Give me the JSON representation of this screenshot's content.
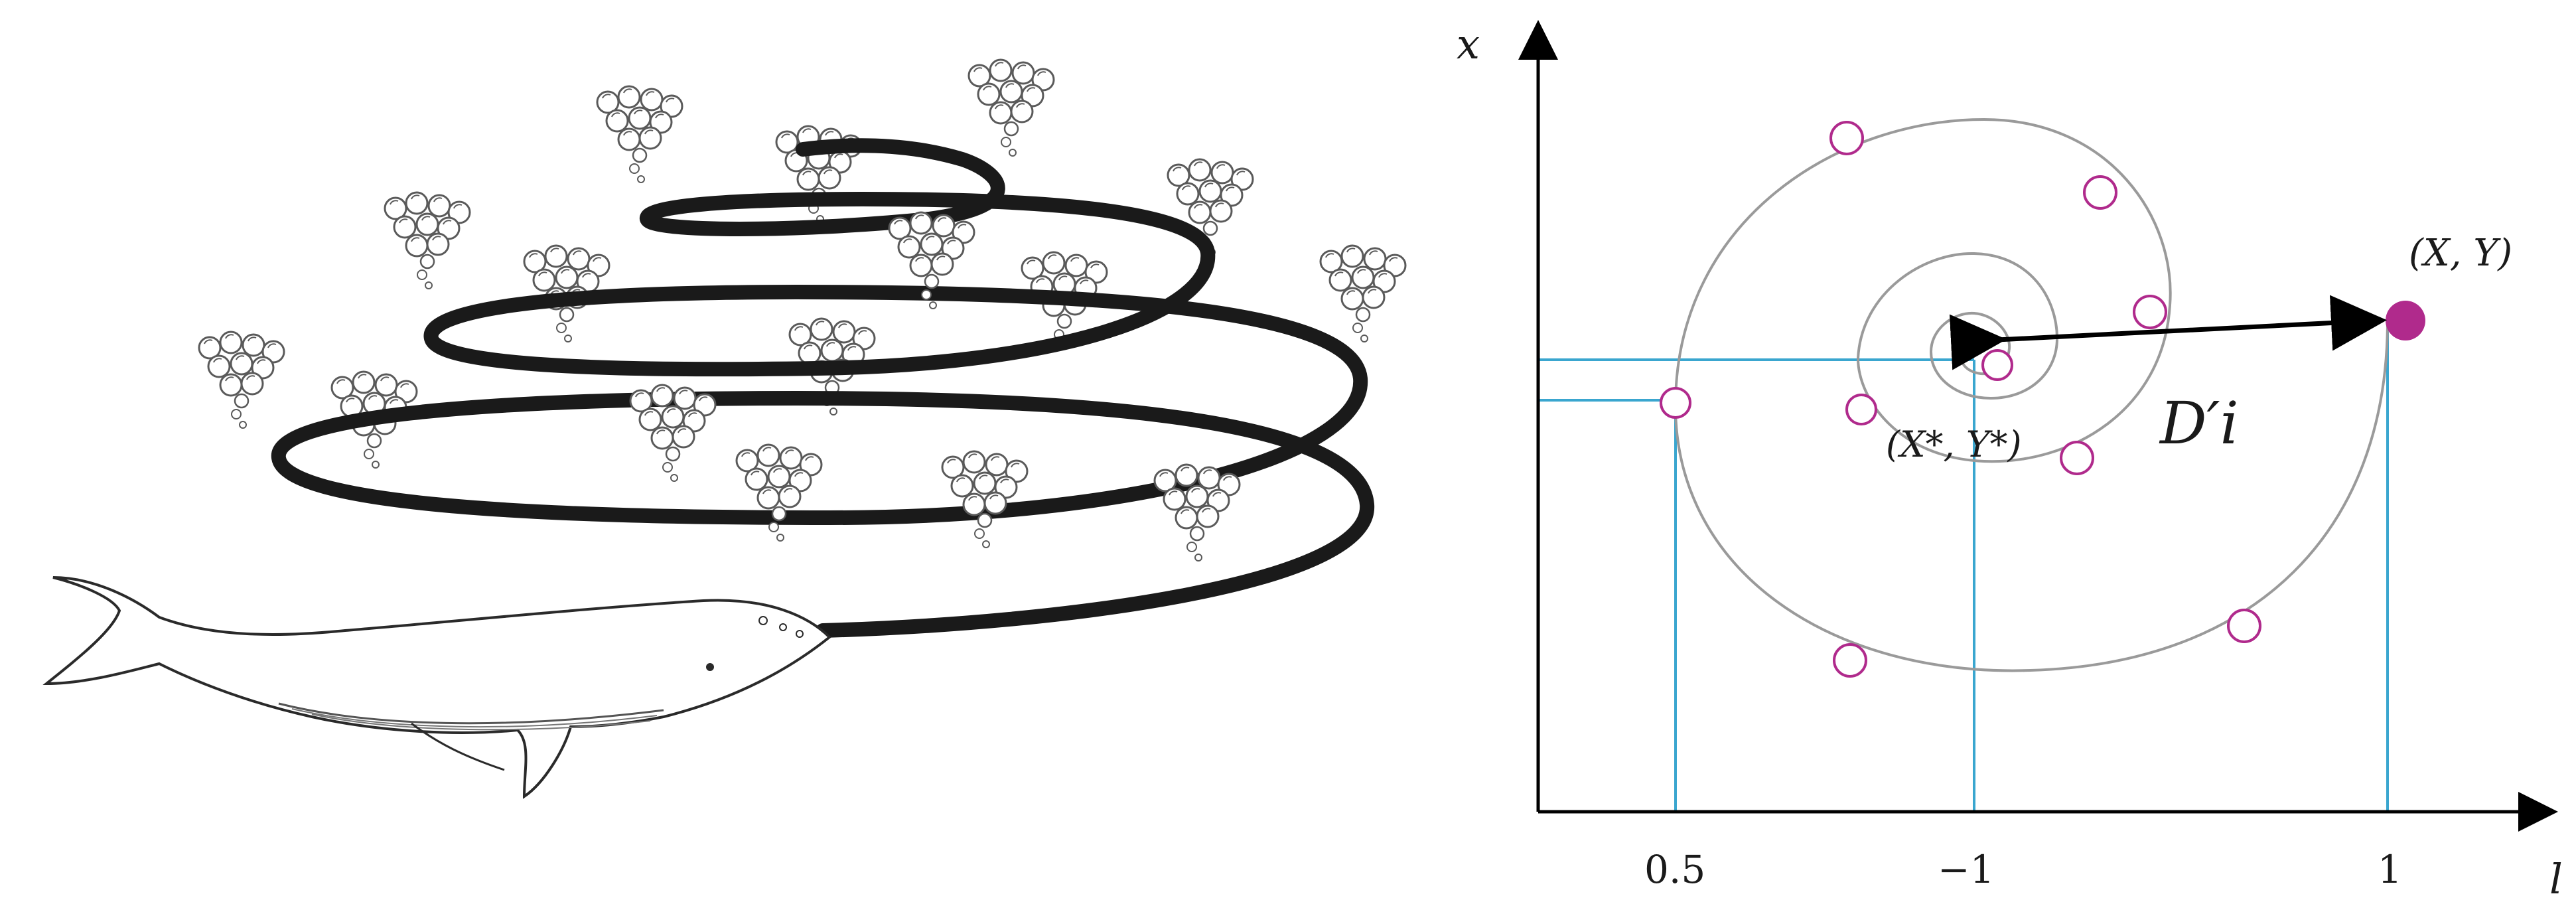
{
  "right_diagram": {
    "axis_y_label": "x",
    "axis_x_label": "l",
    "tick_labels": [
      "0.5",
      "−1",
      "1"
    ],
    "point_xy_label": "(X, Y)",
    "point_star_label": "(X*, Y*)",
    "distance_label": "D′i",
    "colors": {
      "axis": "#000000",
      "spiral": "#9a9a9a",
      "guides": "#3aa6cf",
      "hollow_points": "#b02a8c",
      "target_point": "#b02a8c",
      "center_point": "#e02020",
      "arrow": "#000000"
    }
  },
  "left_illustration": {
    "subject": "humpback whale swimming beneath a rising spiral of bubbles (bubble-net feeding)",
    "icons": [
      "whale-icon",
      "bubble-cluster-icon"
    ]
  }
}
